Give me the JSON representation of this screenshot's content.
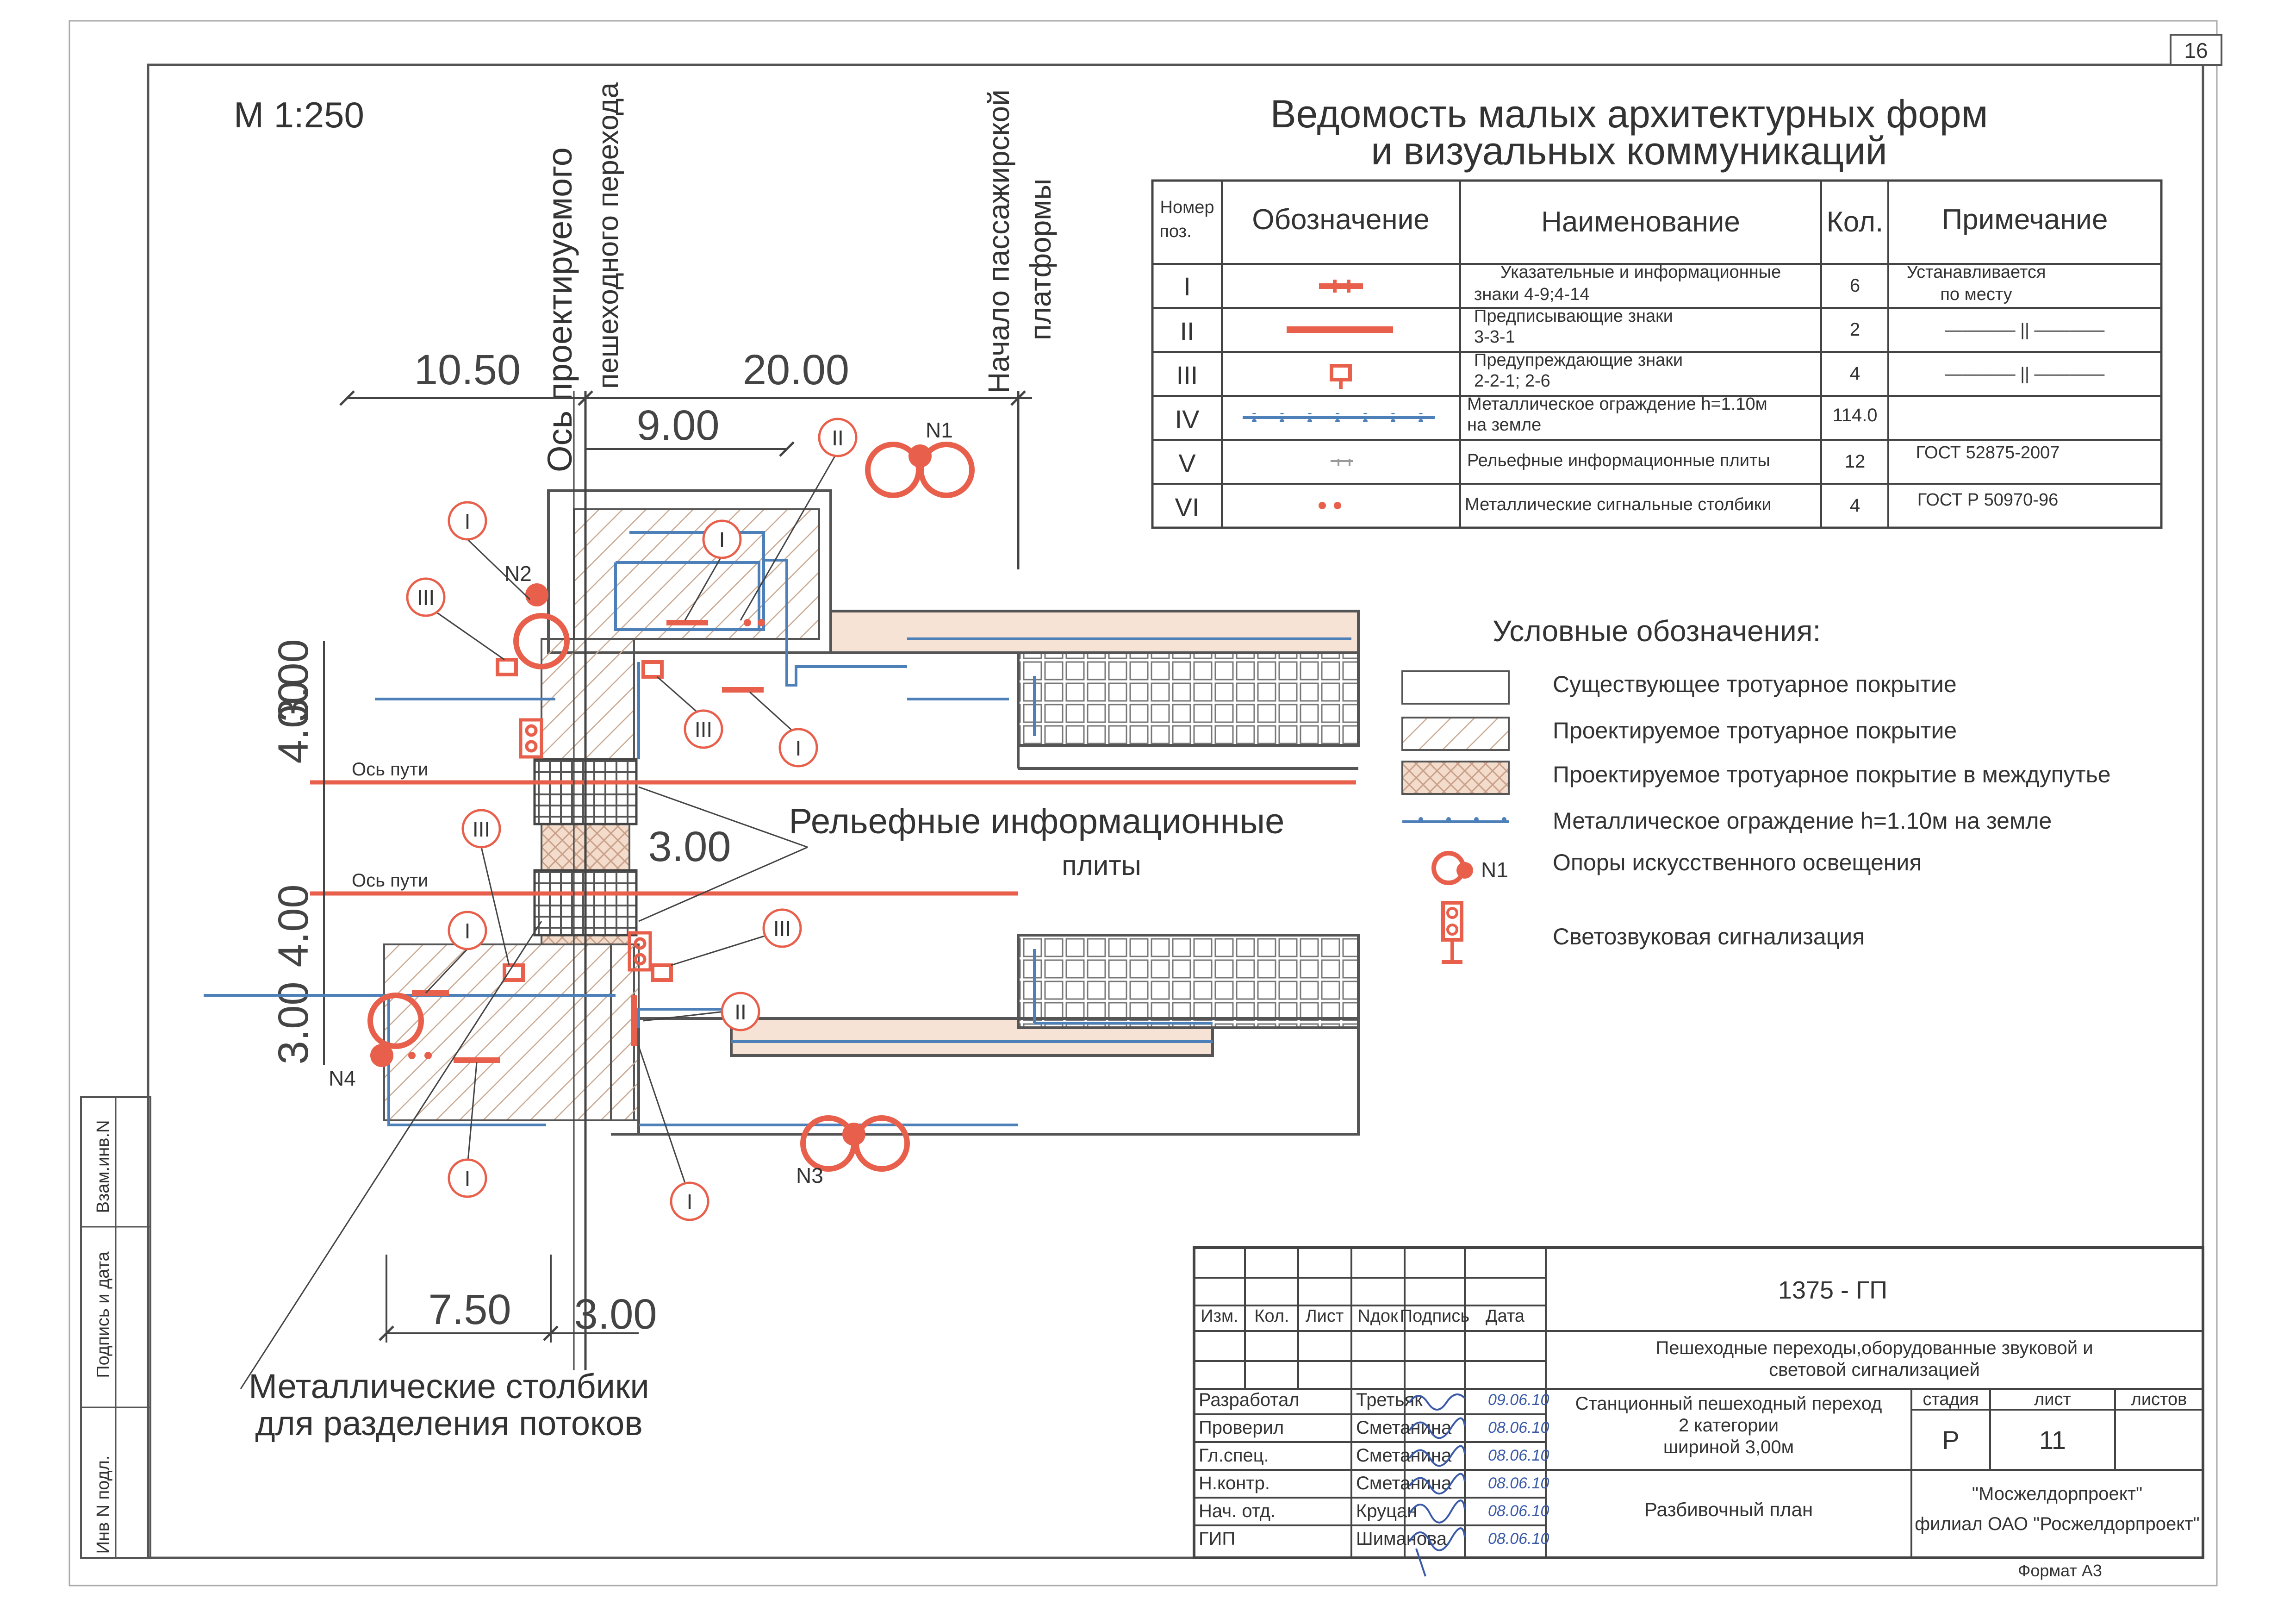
{
  "sheet": {
    "page_number": "16",
    "format": "Формат А3"
  },
  "scale": "М 1:250",
  "axes": {
    "crossing_axis_line1": "Ось проектируемого",
    "crossing_axis_line2": "пешеходного перехода",
    "platform_start_line1": "Начало пассажирской",
    "platform_start_line2": "платформы",
    "track_axis": "Ось пути"
  },
  "dimensions": {
    "d_10_50": "10.50",
    "d_20_00": "20.00",
    "d_9_00": "9.00",
    "d_3_00_left": "3.00",
    "d_4_00_left": "4.00",
    "d_4_00_left2": "4.00",
    "d_3_00_left2": "3.00",
    "d_3_00_center": "3.00",
    "d_7_50": "7.50",
    "d_3_00_bottom": "3.00"
  },
  "callouts": {
    "tactile_line1": "Рельефные информационные",
    "tactile_line2": "плиты",
    "bollards_line1": "Металлические столбики",
    "bollards_line2": "для разделения потоков"
  },
  "supports": {
    "n1": "N1",
    "n2": "N2",
    "n3": "N3",
    "n4": "N4"
  },
  "pos_marks": {
    "I": "I",
    "II": "II",
    "III": "III"
  },
  "schedule": {
    "title_line1": "Ведомость малых архитектурных форм",
    "title_line2": "и визуальных коммуникаций",
    "headers": {
      "num_line1": "Номер",
      "num_line2": "поз.",
      "designation": "Обозначение",
      "name": "Наименование",
      "qty": "Кол.",
      "note": "Примечание"
    },
    "rows": [
      {
        "num": "I",
        "name1": "Указательные и информационные",
        "name2": "знаки 4-9;4-14",
        "qty": "6",
        "note1": "Устанавливается",
        "note2": "по месту"
      },
      {
        "num": "II",
        "name1": "Предписывающие знаки",
        "name2": "3-3-1",
        "qty": "2",
        "note1": "———— || ————",
        "note2": ""
      },
      {
        "num": "III",
        "name1": "Предупреждающие знаки",
        "name2": "2-2-1; 2-6",
        "qty": "4",
        "note1": "———— || ————",
        "note2": ""
      },
      {
        "num": "IV",
        "name1": "Металлическое ограждение h=1.10м",
        "name2": "на земле",
        "qty": "114.0",
        "note1": "",
        "note2": ""
      },
      {
        "num": "V",
        "name1": "Рельефные информационные плиты",
        "name2": "",
        "qty": "12",
        "note1": "ГОСТ 52875-2007",
        "note2": ""
      },
      {
        "num": "VI",
        "name1": "Металлические сигнальные столбики",
        "name2": "",
        "qty": "4",
        "note1": "ГОСТ Р 50970-96",
        "note2": ""
      }
    ]
  },
  "legend": {
    "title": "Условные обозначения:",
    "items": [
      "Существующее тротуарное покрытие",
      "Проектируемое тротуарное покрытие",
      "Проектируемое тротуарное покрытие в междупутье",
      "Металлическое ограждение h=1.10м на земле",
      "Опоры искусственного освещения",
      "Светозвуковая сигнализация"
    ],
    "n1_label": "N1"
  },
  "side_stamp": {
    "inv_podl": "Инв N подл.",
    "podpis_data": "Подпись и дата",
    "vzam_inv": "Взам.инв.N"
  },
  "title_block": {
    "code": "1375 - ГП",
    "headers": [
      "Изм.",
      "Кол.",
      "Лист",
      "Nдок",
      "Подпись",
      "Дата"
    ],
    "project_line1": "Пешеходные переходы,оборудованные звуковой и",
    "project_line2": "световой сигнализацией",
    "object_line1": "Станционный пешеходный переход",
    "object_line2": "2 категории",
    "object_line3": "шириной 3,00м",
    "drawing_title": "Разбивочный план",
    "stage_label": "стадия",
    "sheet_label": "лист",
    "sheets_label": "листов",
    "stage": "Р",
    "sheet": "11",
    "org_line1": "\"Мосжелдорпроект\"",
    "org_line2": "филиал ОАО \"Росжелдорпроект\"",
    "roles": [
      {
        "role": "Разработал",
        "name": "Третьяк",
        "date": "09.06.10"
      },
      {
        "role": "Проверил",
        "name": "Сметанина",
        "date": "08.06.10"
      },
      {
        "role": "Гл.спец.",
        "name": "Сметанина",
        "date": "08.06.10"
      },
      {
        "role": "Н.контр.",
        "name": "Сметанина",
        "date": "08.06.10"
      },
      {
        "role": "Нач. отд.",
        "name": "Круцан",
        "date": "08.06.10"
      },
      {
        "role": "ГИП",
        "name": "Шиманова",
        "date": "08.06.10"
      }
    ]
  },
  "colors": {
    "line": "#333333",
    "red": "#e8604c",
    "fence": "#4d7fb8",
    "paving_fill": "#f6e3d6"
  }
}
